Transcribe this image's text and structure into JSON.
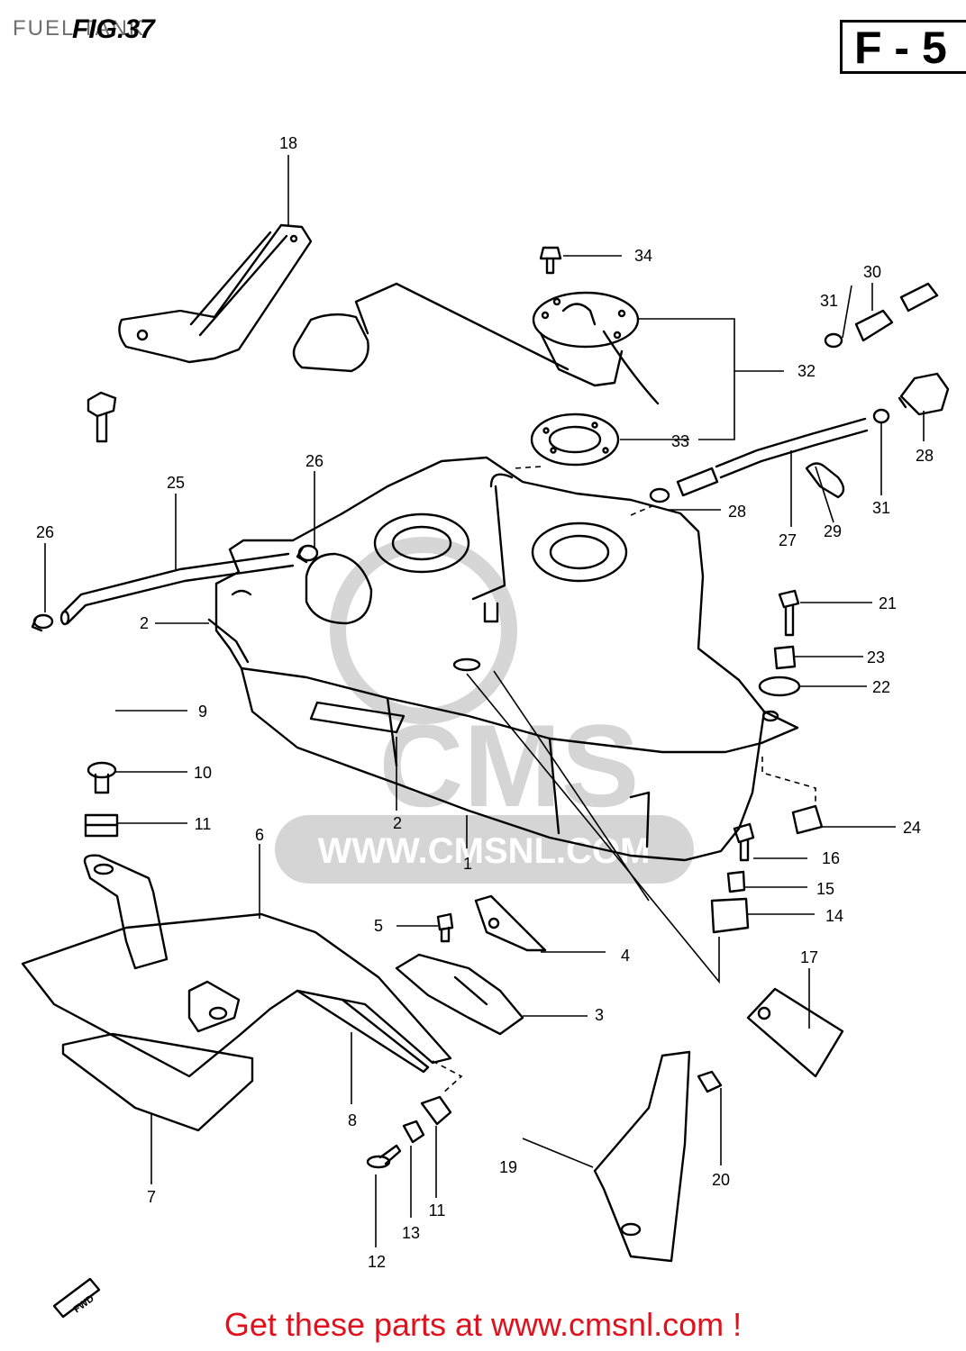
{
  "page_title": "FUEL TANK",
  "figure_label": "FIG.37",
  "section_code": "F - 5",
  "watermark": {
    "brand": "CMS",
    "url": "WWW.CMSNL.COM"
  },
  "fwd_label": "FWD",
  "footer_text": "Get these parts at www.cmsnl.com !",
  "callouts": {
    "c1": "1",
    "c2a": "2",
    "c2b": "2",
    "c3": "3",
    "c4": "4",
    "c5": "5",
    "c6": "6",
    "c7": "7",
    "c8": "8",
    "c9": "9",
    "c10": "10",
    "c11a": "11",
    "c11b": "11",
    "c12": "12",
    "c13": "13",
    "c14": "14",
    "c15": "15",
    "c16": "16",
    "c17": "17",
    "c18": "18",
    "c19": "19",
    "c20": "20",
    "c21": "21",
    "c22": "22",
    "c23": "23",
    "c24": "24",
    "c25": "25",
    "c26a": "26",
    "c26b": "26",
    "c27": "27",
    "c28a": "28",
    "c28b": "28",
    "c29": "29",
    "c30": "30",
    "c31a": "31",
    "c31b": "31",
    "c32": "32",
    "c33": "33",
    "c34": "34"
  }
}
